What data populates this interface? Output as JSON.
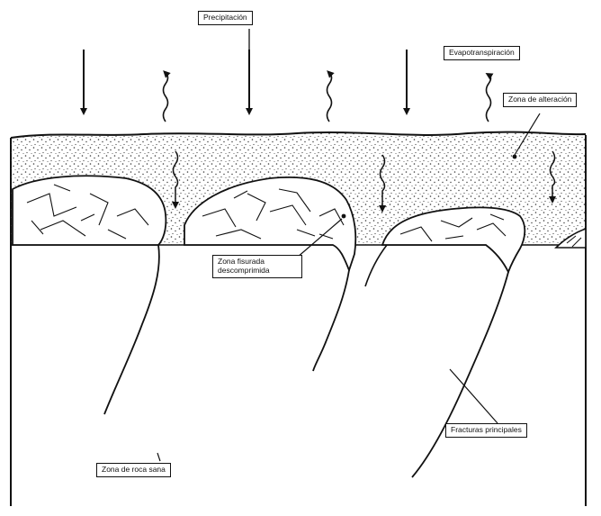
{
  "labels": {
    "precipitation": "Precipitación",
    "evapotranspiration": "Evapotranspiración",
    "alteration_zone": "Zona de alteración",
    "fissured_zone_line1": "Zona fisurada",
    "fissured_zone_line2": "descomprimida",
    "main_fractures": "Fracturas principales",
    "sound_rock_zone": "Zona de roca sana"
  },
  "colors": {
    "ink": "#111111",
    "background": "#ffffff",
    "stipple": "#3a3a3a"
  },
  "icons": {
    "down_arrow": "precipitation-arrow-icon",
    "up_wavy_arrow": "evapotranspiration-arrow-icon",
    "infiltration_arrow": "infiltration-arrow-icon"
  }
}
